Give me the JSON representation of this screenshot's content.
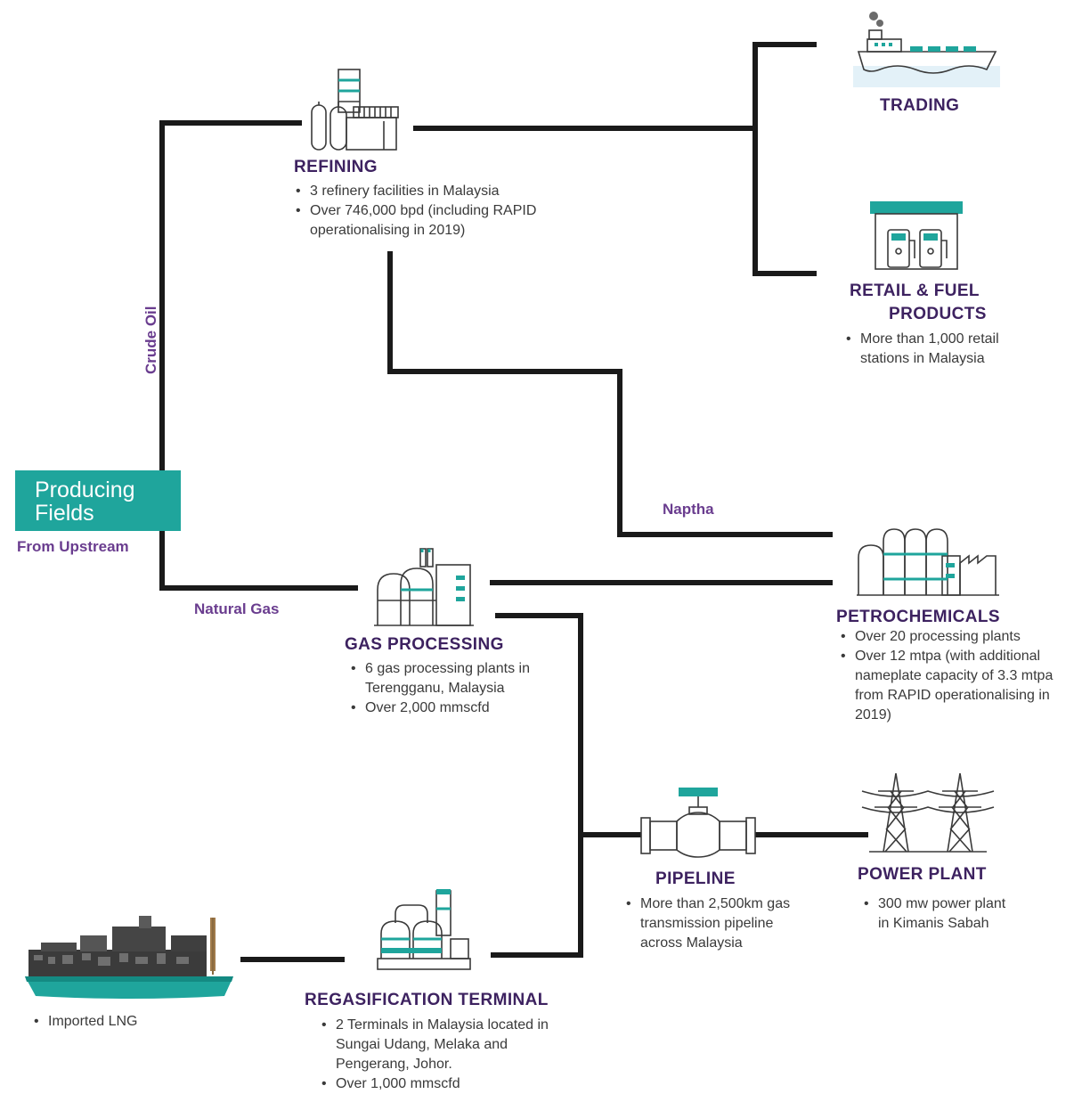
{
  "source": {
    "title_line1": "Producing",
    "title_line2": "Fields",
    "subtitle": "From Upstream"
  },
  "flows": {
    "crude_oil": "Crude Oil",
    "natural_gas": "Natural Gas",
    "naptha": "Naptha"
  },
  "nodes": {
    "refining": {
      "title": "REFINING",
      "bullets": [
        "3 refinery facilities in Malaysia",
        "Over 746,000 bpd (including RAPID operationalising in 2019)"
      ],
      "icon": "refinery-icon"
    },
    "trading": {
      "title": "TRADING",
      "icon": "tanker-ship-icon"
    },
    "retail": {
      "title_line1": "RETAIL & FUEL",
      "title_line2": "PRODUCTS",
      "bullets": [
        "More than 1,000 retail stations in Malaysia"
      ],
      "icon": "fuel-station-icon"
    },
    "petrochemicals": {
      "title": "PETROCHEMICALS",
      "bullets": [
        "Over 20 processing plants",
        "Over 12 mtpa (with additional nameplate capacity of 3.3 mtpa from RAPID operationalising in 2019)"
      ],
      "icon": "petrochemical-plant-icon"
    },
    "gas_processing": {
      "title": "GAS PROCESSING",
      "bullets": [
        "6 gas processing plants in Terengganu, Malaysia",
        "Over 2,000 mmscfd"
      ],
      "icon": "gas-plant-icon"
    },
    "pipeline": {
      "title": "PIPELINE",
      "bullets": [
        "More than 2,500km gas transmission pipeline across Malaysia"
      ],
      "icon": "pipeline-valve-icon"
    },
    "power_plant": {
      "title": "POWER PLANT",
      "bullets": [
        "300 mw power plant in Kimanis Sabah"
      ],
      "icon": "transmission-tower-icon"
    },
    "regas": {
      "title": "REGASIFICATION TERMINAL",
      "bullets": [
        "2 Terminals in Malaysia located in Sungai Udang, Melaka and Pengerang, Johor.",
        "Over 1,000 mmscfd"
      ],
      "icon": "regas-terminal-icon"
    },
    "lng": {
      "bullets": [
        "Imported LNG"
      ],
      "icon": "lng-carrier-icon"
    }
  },
  "colors": {
    "teal": "#1fa59c",
    "title": "#3d2260",
    "flow_label": "#6a3d8f",
    "line": "#1a1a1a"
  }
}
